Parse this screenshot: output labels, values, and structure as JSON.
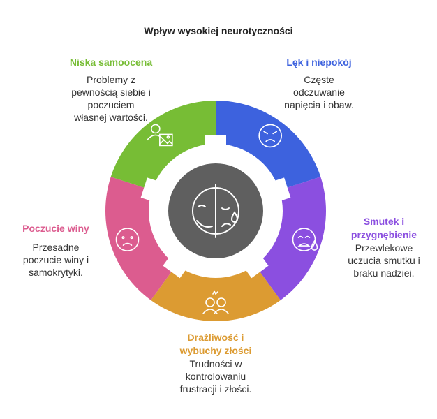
{
  "title": "Wpływ wysokiej neurotyczności",
  "segments": [
    {
      "id": "lek",
      "head": "Lęk i niepokój",
      "desc": "Częste\nodczuwanie\nnapięcia i obaw.",
      "color": "#3d62de",
      "icon": "frowning-face-icon"
    },
    {
      "id": "smutek",
      "head": "Smutek i\nprzygnębienie",
      "desc": "Przewlekowe\nuczucia smutku i\nbraku nadziei.",
      "color": "#8b4fe0",
      "icon": "crying-face-icon"
    },
    {
      "id": "drazliwosc",
      "head": "Drażliwość i\nwybuchy złości",
      "desc": "Trudności w\nkontrolowaniu\nfrustracji i złości.",
      "color": "#dc9b32",
      "icon": "angry-people-icon"
    },
    {
      "id": "wina",
      "head": "Poczucie winy",
      "desc": "Przesadne\npoczucie winy i\nsamokrytyki.",
      "color": "#dc5c8f",
      "icon": "sad-face-icon"
    },
    {
      "id": "samoocena",
      "head": "Niska samoocena",
      "desc": "Problemy z\npewnością siebie i\npoczuciem\nwłasnej wartości.",
      "color": "#77bd35",
      "icon": "user-image-icon"
    }
  ],
  "center": {
    "color": "#5f5f5f",
    "icon": "happy-sad-face-icon"
  },
  "colors": {
    "gap": "#ffffff",
    "icon": "#ffffff"
  }
}
